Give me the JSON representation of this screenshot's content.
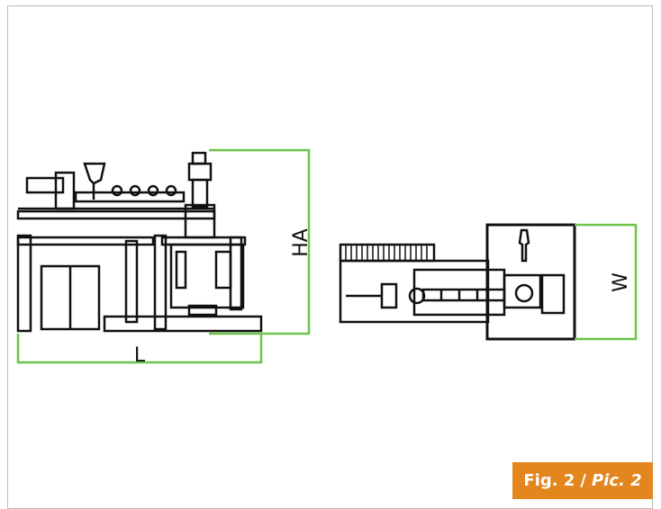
{
  "colors": {
    "line": "#111111",
    "dimension": "#6cc24a",
    "badge_bg": "#e2861d",
    "badge_text": "#ffffff"
  },
  "side_view": {
    "label_length": "L",
    "label_height": "HA"
  },
  "top_view": {
    "label_width": "W"
  },
  "caption": {
    "fig": "Fig. 2",
    "separator": "/",
    "pic": "Pic. 2"
  }
}
